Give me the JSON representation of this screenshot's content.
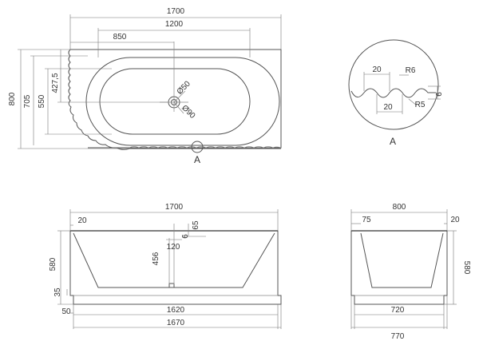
{
  "top_view": {
    "dims": {
      "overall_length": "1700",
      "inner_length": "1200",
      "drain_offset": "850",
      "overall_width": "800",
      "width_705": "705",
      "width_550": "550",
      "drain_to_edge": "427,5",
      "drain_diameter": "Ø50",
      "overflow_diameter": "Ø90"
    },
    "detail_marker": "A"
  },
  "detail_a": {
    "pitch_top": "20",
    "radius_top": "R6",
    "pitch_bottom": "20",
    "radius_bottom": "R5",
    "depth": "6",
    "label": "A"
  },
  "front_view": {
    "dims": {
      "overall_length": "1700",
      "rim": "20",
      "offset_65": "65",
      "offset_6": "6",
      "drain_width": "120",
      "drain_height": "456",
      "height": "580",
      "skirt": "35",
      "base": "50",
      "base_length": "1620",
      "overall_base": "1670"
    }
  },
  "side_view": {
    "dims": {
      "overall_width": "800",
      "rim_left": "75",
      "rim_right": "20",
      "height": "580",
      "base_width": "720",
      "overall_base": "770"
    }
  }
}
